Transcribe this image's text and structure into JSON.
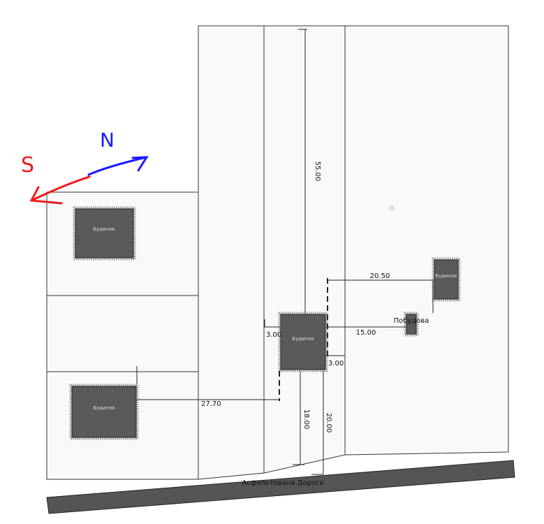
{
  "compass": {
    "north": "N",
    "south": "S",
    "north_color": "#1a1aff",
    "south_color": "#ee1c1c"
  },
  "buildings": {
    "house_label": "Будинок",
    "outbuilding_label": "Побудова"
  },
  "dimensions": {
    "d55": "55.00",
    "d2050": "20.50",
    "d1500": "15.00",
    "d300_left": "3.00",
    "d300_right": "3.00",
    "d2770": "27.70",
    "d1800": "18.00",
    "d2000": "20.00"
  },
  "road": {
    "label": "Асфальтована Дорога",
    "color": "#555555"
  }
}
